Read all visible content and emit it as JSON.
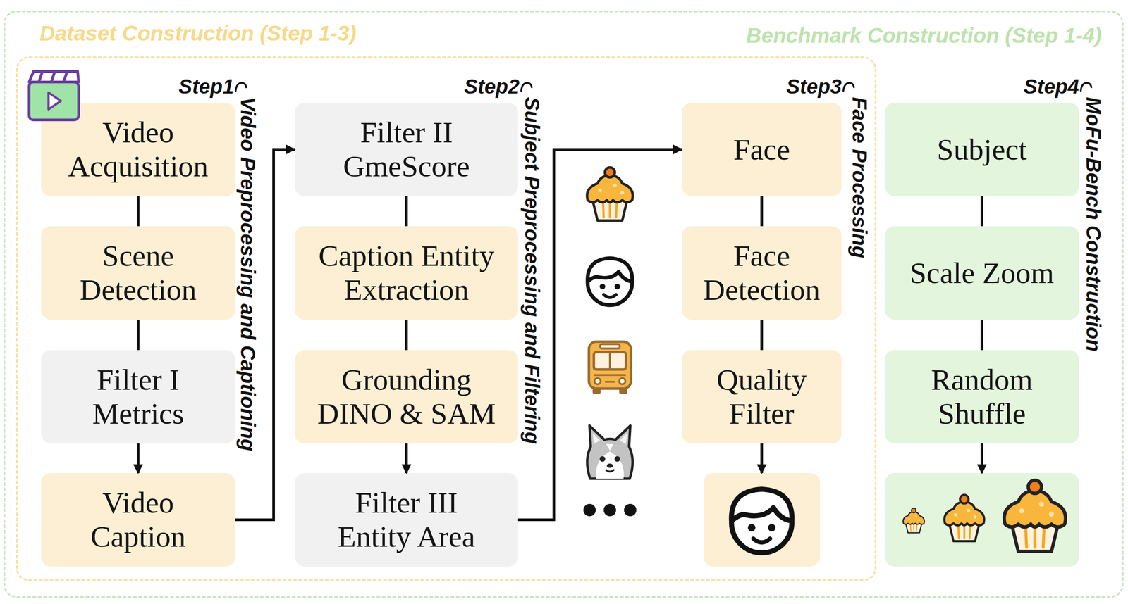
{
  "diagram": {
    "nodes": [
      {
        "text": [
          "Benchmark Construction (Step 1-4)"
        ]
      },
      {
        "text": [
          "Dataset Construction (Step 1-3)"
        ],
        "in": 0
      },
      {
        "text": [
          "Video Acquisition"
        ],
        "in": 1
      },
      {
        "text": [
          "Scene Detection"
        ],
        "in": 1
      },
      {
        "text": [
          "Filter I Metrics"
        ],
        "in": 1
      },
      {
        "text": [
          "Video Caption"
        ],
        "in": 1
      },
      {
        "text": [
          "Filter II GmeScore"
        ],
        "in": 1
      },
      {
        "text": [
          "Caption Entity Extraction"
        ],
        "in": 1
      },
      {
        "text": [
          "Grounding DINO & SAM"
        ],
        "in": 1
      },
      {
        "text": [
          "Filter III Entity Area"
        ],
        "in": 1
      },
      {
        "text": [
          "Face"
        ],
        "in": 1
      },
      {
        "text": [
          "Face Detection"
        ],
        "in": 1
      },
      {
        "text": [
          "Quality Filter"
        ],
        "in": 1
      },
      {
        "text": [
          "Subject"
        ],
        "in": 0
      },
      {
        "text": [
          "Scale Zoom"
        ],
        "in": 0
      },
      {
        "text": [
          "Random Shuffle"
        ],
        "in": 0
      }
    ],
    "edges": [
      {
        "from": 2,
        "to": 3,
        "arrow": "none"
      },
      {
        "from": 3,
        "to": 4,
        "arrow": "none"
      },
      {
        "from": 4,
        "to": 5,
        "arrow": "to"
      },
      {
        "from": 5,
        "to": 6,
        "arrow": "to"
      },
      {
        "from": 6,
        "to": 7,
        "arrow": "none"
      },
      {
        "from": 7,
        "to": 8,
        "arrow": "none"
      },
      {
        "from": 8,
        "to": 9,
        "arrow": "to"
      },
      {
        "from": 9,
        "to": 10,
        "arrow": "to"
      },
      {
        "from": 10,
        "to": 11,
        "arrow": "none"
      },
      {
        "from": 11,
        "to": 12,
        "arrow": "none"
      },
      {
        "from": 13,
        "to": 14,
        "arrow": "none"
      },
      {
        "from": 14,
        "to": 15,
        "arrow": "none"
      }
    ],
    "labels": [
      "Step1",
      "Video Preprocessing and Captioning",
      "Step2",
      "Subject Preprocessing and Filtering",
      "Step3",
      "Face Processing",
      "Step4",
      "MoFu-Bench Construction"
    ]
  }
}
